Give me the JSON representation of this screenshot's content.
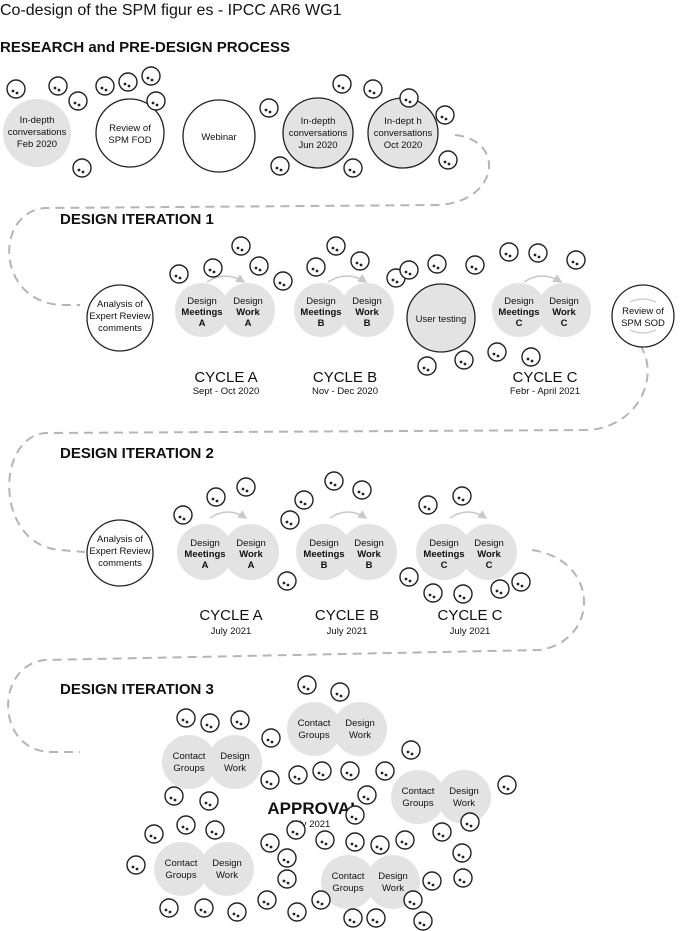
{
  "title": "Co-design of the SPM figur es - IPCC AR6 WG1",
  "sections": {
    "research": "RESEARCH and PRE-DESIGN PROCESS",
    "iter1": "DESIGN ITERATION 1",
    "iter2": "DESIGN ITERATION 2",
    "iter3": "DESIGN ITERATION 3"
  },
  "research": {
    "c1": [
      "In-depth",
      "conversations",
      "Feb 2020"
    ],
    "c2": [
      "Review of",
      "SPM FOD"
    ],
    "c3": [
      "Webinar"
    ],
    "c4": [
      "In-depth",
      "conversations",
      "Jun 2020"
    ],
    "c5": [
      "In-dept h",
      "conversations",
      "Oct 2020"
    ]
  },
  "analysis": [
    "Analysis of",
    "Expert Review",
    "comments"
  ],
  "review_sod": [
    "Review of",
    "SPM SOD"
  ],
  "user_testing": "User testing",
  "meet": {
    "top": "Design",
    "bottom_bold": "Meetings"
  },
  "work": {
    "top": "Design",
    "bottom_bold": "Work"
  },
  "contact": {
    "top": "Contact",
    "bottom": "Groups"
  },
  "work3": {
    "top": "Design",
    "bottom": "Work"
  },
  "iteration1": {
    "cycles": [
      {
        "letter": "A",
        "label": "CYCLE A",
        "date": "Sept - Oct 2020"
      },
      {
        "letter": "B",
        "label": "CYCLE B",
        "date": "Nov - Dec 2020"
      },
      {
        "letter": "C",
        "label": "CYCLE C",
        "date": "Febr - April 2021"
      }
    ]
  },
  "iteration2": {
    "cycles": [
      {
        "letter": "A",
        "label": "CYCLE A",
        "date": "July 2021"
      },
      {
        "letter": "B",
        "label": "CYCLE B",
        "date": "July 2021"
      },
      {
        "letter": "C",
        "label": "CYCLE C",
        "date": "July 2021"
      }
    ]
  },
  "approval": {
    "label": "APPROVAL",
    "date": "July 2021"
  },
  "colors": {
    "fill": "#e3e3e3",
    "stroke": "#222222",
    "path": "#b5b5b5",
    "arrow": "#c8c8c8"
  }
}
